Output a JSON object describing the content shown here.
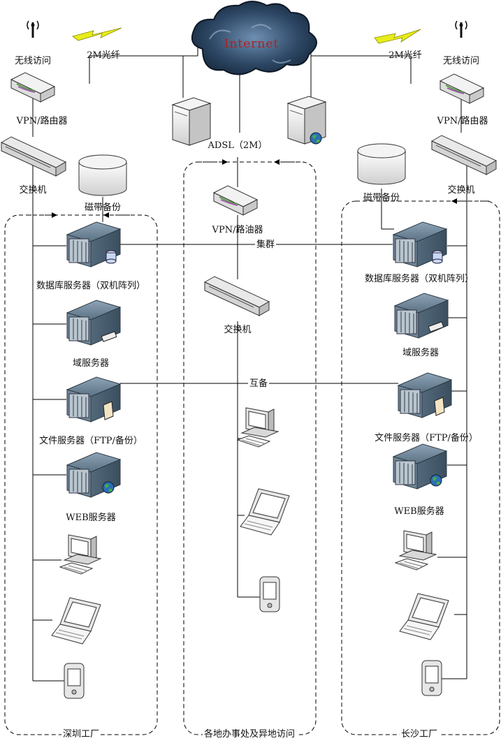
{
  "internet": "Internet",
  "fiber_left": "2M光纤",
  "fiber_right": "2M光纤",
  "adsl": "ADSL（2M）",
  "left": {
    "wireless": "无线访问",
    "router": "VPN/路由器",
    "switch": "交换机",
    "tape": "磁带备份",
    "db": "数据库服务器（双机阵列）",
    "domain": "域服务器",
    "file": "文件服务器（FTP/备份）",
    "web": "WEB服务器",
    "zone": "深圳工厂"
  },
  "middle": {
    "router": "VPN/路油器",
    "switch": "交换机",
    "zone": "各地办事处及异地访问"
  },
  "right": {
    "wireless": "无线访问",
    "router": "VPN/路由器",
    "switch": "交换机",
    "tape": "磁带备份",
    "db": "数据库服务器（双机阵列）",
    "domain": "域服务器",
    "file": "文件服务器（FTP/备份）",
    "web": "WEB服务器",
    "zone": "长沙工厂"
  },
  "cluster": "集群",
  "mutual_backup": "互备",
  "icons": [
    "antenna-icon",
    "lightning-icon",
    "cloud-icon",
    "router-icon",
    "switch-icon",
    "tape-drive-icon",
    "rack-server-icon",
    "tower-server-icon",
    "desktop-pc-icon",
    "laptop-icon",
    "pda-icon",
    "globe-icon"
  ],
  "colors": {
    "server": "#4a6072",
    "line": "#000000",
    "cloud": "#2b3f57",
    "bolt": "#e8ec1a",
    "globe": "#2a6fb8"
  }
}
